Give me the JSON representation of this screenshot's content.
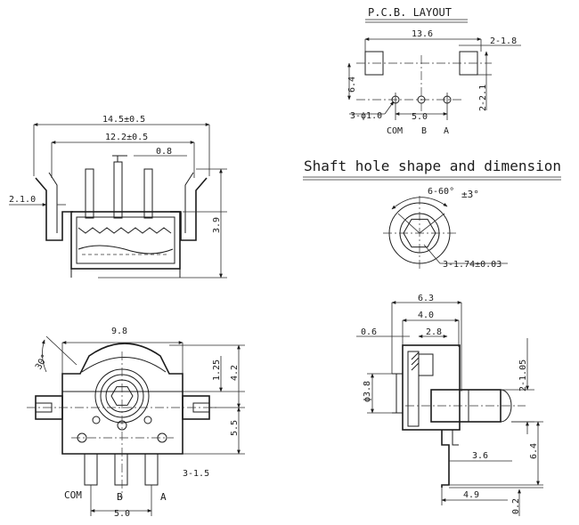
{
  "pcb_layout": {
    "title": "P.C.B. LAYOUT",
    "dim_width": "13.6",
    "dim_pad": "2-1.8",
    "dim_height": "6.4",
    "dim_pad_h": "2-2.1",
    "dim_holes": "3-ϕ1.0",
    "dim_pitch": "5.0",
    "pin_labels": [
      "COM",
      "B",
      "A"
    ]
  },
  "shaft_hole": {
    "title": "Shaft hole shape and dimension",
    "angle": "6-60°",
    "tolerance": "±3°",
    "dia": "3-1.74±0.03"
  },
  "front_view": {
    "dim_outer": "14.5±0.5",
    "dim_inner": "12.2±0.5",
    "dim_pin": "0.8",
    "dim_side": "2.1.0",
    "dim_height": "3.9"
  },
  "top_view": {
    "dim_width": "9.8",
    "dim_angle": "30°",
    "dim_a": "1.25",
    "dim_b": "4.2",
    "dim_c": "5.5",
    "dim_pins": "3-1.5",
    "pin_labels": [
      "COM",
      "B",
      "A"
    ],
    "dim_pitch": "5.0"
  },
  "side_view": {
    "dim_a": "6.3",
    "dim_b": "4.0",
    "dim_c": "0.6",
    "dim_d": "2.8",
    "dim_dia": "ϕ3.8",
    "dim_e": "2-1.05",
    "dim_f": "3.6",
    "dim_g": "6.4",
    "dim_h": "4.9",
    "dim_i": "0.2"
  }
}
